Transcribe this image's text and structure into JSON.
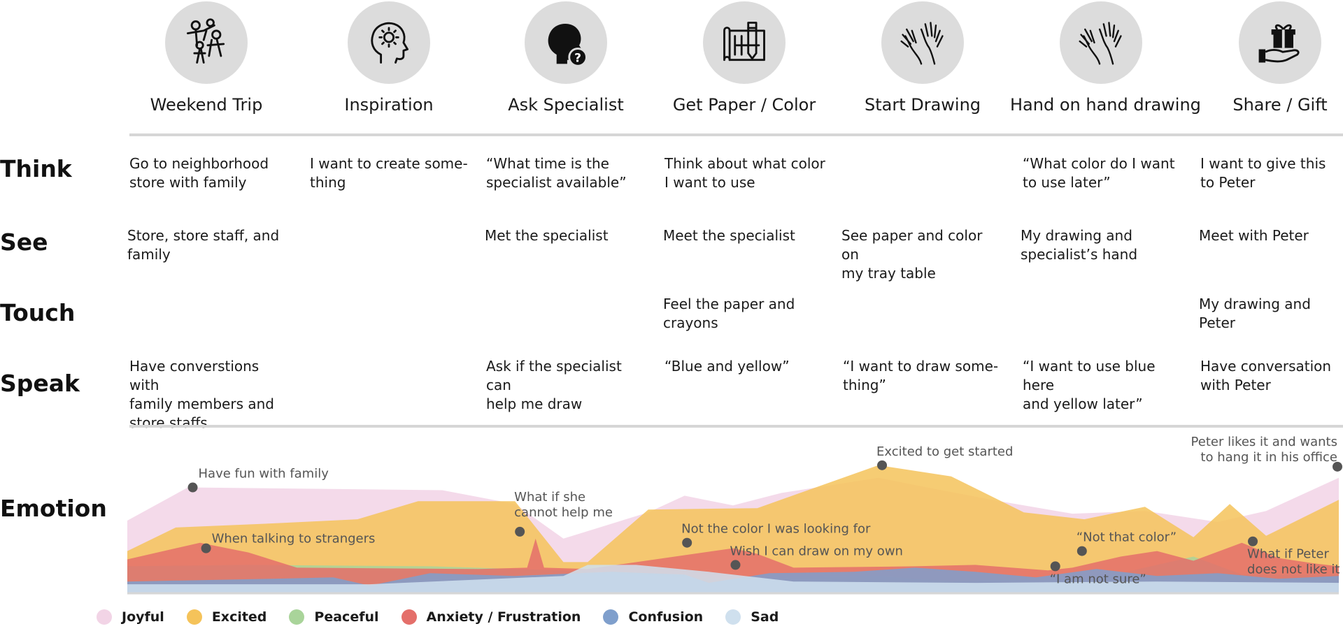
{
  "stages": [
    {
      "title": "Weekend Trip",
      "icon": "family-icon"
    },
    {
      "title": "Inspiration",
      "icon": "idea-head-icon"
    },
    {
      "title": "Ask Specialist",
      "icon": "question-head-icon"
    },
    {
      "title": "Get Paper / Color",
      "icon": "paper-pencil-icon"
    },
    {
      "title": "Start Drawing",
      "icon": "hands-icon"
    },
    {
      "title": "Hand on hand drawing",
      "icon": "hands-icon"
    },
    {
      "title": "Share / Gift",
      "icon": "gift-hand-icon"
    }
  ],
  "rows": [
    {
      "label": "Think",
      "cells": [
        "Go to neighborhood\nstore with family",
        "I want to create some-\nthing",
        "“What time is the\nspecialist available”",
        "Think about what color\nI want to use",
        "",
        "“What color do I want\nto use later”",
        "I want to give this\nto Peter"
      ]
    },
    {
      "label": "See",
      "cells": [
        "Store, store staff, and\nfamily",
        "",
        "Met the specialist",
        "Meet the specialist",
        "See paper and color on\nmy tray table",
        "My drawing and\nspecialist’s hand",
        "Meet with Peter"
      ]
    },
    {
      "label": "Touch",
      "cells": [
        "",
        "",
        "",
        "Feel the paper and\ncrayons",
        "",
        "",
        "My drawing and\nPeter"
      ]
    },
    {
      "label": "Speak",
      "cells": [
        "Have converstions with\nfamily members and\nstore staffs",
        "",
        "Ask if the specialist can\nhelp me draw",
        "“Blue and yellow”",
        "“I want to draw some-\nthing”",
        "“I want to use blue here\nand yellow later”",
        "Have conversation\nwith Peter"
      ]
    }
  ],
  "emotion_label": "Emotion",
  "colors": {
    "joyful": "#f2d4e6",
    "excited": "#f5c35a",
    "peaceful": "#a9d49a",
    "anxiety": "#e46f6a",
    "confusion": "#7f9fcc",
    "sad": "#cfe0ee",
    "marker": "#555555",
    "rule": "#d6d6d6"
  },
  "chart_data": {
    "type": "area",
    "x_range": [
      0,
      100
    ],
    "y_range": [
      0,
      10
    ],
    "series": [
      {
        "name": "Joyful",
        "color": "#f2d4e6",
        "points": [
          [
            0,
            5.2
          ],
          [
            5,
            7.6
          ],
          [
            26,
            7.4
          ],
          [
            32,
            6.4
          ],
          [
            36,
            3.9
          ],
          [
            43,
            5.8
          ],
          [
            46,
            7.0
          ],
          [
            50,
            6.3
          ],
          [
            54,
            7.2
          ],
          [
            62,
            8.3
          ],
          [
            66,
            7.6
          ],
          [
            72,
            6.6
          ],
          [
            78,
            5.7
          ],
          [
            84,
            5.9
          ],
          [
            90,
            5.1
          ],
          [
            94,
            5.9
          ],
          [
            100,
            8.3
          ]
        ]
      },
      {
        "name": "Excited",
        "color": "#f5c35a",
        "points": [
          [
            0,
            3.0
          ],
          [
            4,
            4.7
          ],
          [
            12,
            5.0
          ],
          [
            19,
            5.3
          ],
          [
            24,
            6.6
          ],
          [
            32,
            6.6
          ],
          [
            36,
            2.2
          ],
          [
            38,
            2.2
          ],
          [
            43,
            6.0
          ],
          [
            52,
            6.1
          ],
          [
            62,
            9.2
          ],
          [
            68,
            8.4
          ],
          [
            74,
            5.8
          ],
          [
            79,
            5.3
          ],
          [
            84,
            6.2
          ],
          [
            88,
            4.0
          ],
          [
            91,
            6.4
          ],
          [
            94,
            4.1
          ],
          [
            100,
            6.7
          ]
        ]
      },
      {
        "name": "Peaceful",
        "color": "#a9d49a",
        "points": [
          [
            0,
            1.9
          ],
          [
            10,
            2.0
          ],
          [
            25,
            1.9
          ],
          [
            36,
            1.6
          ],
          [
            42,
            1.3
          ],
          [
            50,
            1.0
          ],
          [
            56,
            1.1
          ],
          [
            62,
            1.2
          ],
          [
            68,
            0.8
          ],
          [
            75,
            1.0
          ],
          [
            80,
            1.0
          ],
          [
            88,
            2.6
          ],
          [
            92,
            1.3
          ],
          [
            100,
            1.3
          ]
        ]
      },
      {
        "name": "Anxiety / Frustration",
        "color": "#e46f6a",
        "points": [
          [
            0,
            2.4
          ],
          [
            6,
            3.6
          ],
          [
            10,
            2.9
          ],
          [
            14,
            1.8
          ],
          [
            29,
            1.7
          ],
          [
            33,
            1.8
          ],
          [
            33.7,
            3.9
          ],
          [
            34.4,
            1.8
          ],
          [
            38,
            1.7
          ],
          [
            46,
            2.7
          ],
          [
            50,
            3.2
          ],
          [
            52,
            2.8
          ],
          [
            55,
            1.8
          ],
          [
            65,
            1.9
          ],
          [
            70,
            2.0
          ],
          [
            76,
            1.6
          ],
          [
            78,
            1.8
          ],
          [
            82,
            2.6
          ],
          [
            85,
            3.0
          ],
          [
            88,
            2.3
          ],
          [
            92,
            3.6
          ],
          [
            95,
            2.5
          ],
          [
            98,
            2.1
          ],
          [
            100,
            1.9
          ]
        ]
      },
      {
        "name": "Confusion",
        "color": "#7f9fcc",
        "points": [
          [
            0,
            0.8
          ],
          [
            12,
            1.0
          ],
          [
            17,
            1.1
          ],
          [
            20,
            0.5
          ],
          [
            25,
            1.4
          ],
          [
            32,
            1.2
          ],
          [
            40,
            1.5
          ],
          [
            46,
            1.3
          ],
          [
            48,
            0.7
          ],
          [
            53,
            1.4
          ],
          [
            60,
            1.5
          ],
          [
            65,
            1.8
          ],
          [
            70,
            1.5
          ],
          [
            75,
            1.1
          ],
          [
            80,
            1.7
          ],
          [
            85,
            1.2
          ],
          [
            90,
            1.4
          ],
          [
            95,
            1.0
          ],
          [
            100,
            1.2
          ]
        ]
      },
      {
        "name": "Sad",
        "color": "#cfe0ee",
        "points": [
          [
            0,
            0.6
          ],
          [
            20,
            0.6
          ],
          [
            36,
            1.2
          ],
          [
            38,
            2.0
          ],
          [
            42,
            2.0
          ],
          [
            48,
            1.5
          ],
          [
            55,
            0.8
          ],
          [
            70,
            0.7
          ],
          [
            85,
            0.8
          ],
          [
            100,
            0.7
          ]
        ]
      }
    ],
    "annotations": [
      {
        "text": "Have fun with family",
        "x": 5.4,
        "y": 7.6
      },
      {
        "text": "When talking to strangers",
        "x": 6.5,
        "y": 3.2
      },
      {
        "text": "What if she\ncannot help me",
        "x": 32.4,
        "y": 4.4
      },
      {
        "text": "Not the color I was looking for",
        "x": 46.2,
        "y": 3.6
      },
      {
        "text": "Wish I can draw on my own",
        "x": 50.2,
        "y": 2.0
      },
      {
        "text": "Excited to get started",
        "x": 62.3,
        "y": 9.2
      },
      {
        "text": "“Not that color”",
        "x": 78.8,
        "y": 3.0
      },
      {
        "text": "“I am not sure”",
        "x": 76.6,
        "y": 1.9
      },
      {
        "text": "What if Peter\ndoes not like it",
        "x": 92.9,
        "y": 3.7
      },
      {
        "text": "Peter likes it and wants\nto hang it in his office",
        "x": 100,
        "y": 9.1
      }
    ],
    "legend": [
      "Joyful",
      "Excited",
      "Peaceful",
      "Anxiety / Frustration",
      "Confusion",
      "Sad"
    ]
  }
}
